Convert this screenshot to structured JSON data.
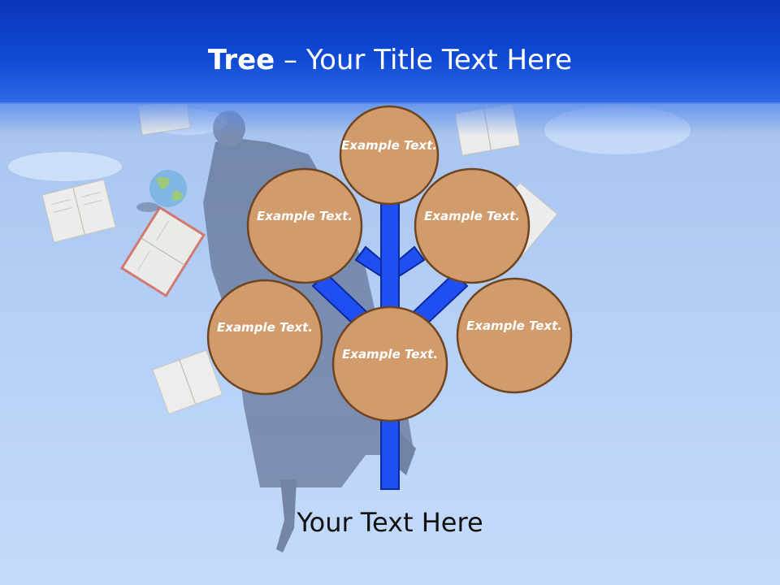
{
  "title": {
    "bold": "Tree",
    "rest": " – Your Title Text Here"
  },
  "nodes": [
    {
      "label": "Example Text."
    },
    {
      "label": "Example Text."
    },
    {
      "label": "Example Text."
    },
    {
      "label": "Example Text."
    },
    {
      "label": "Example Text."
    },
    {
      "label": "Example Text."
    }
  ],
  "footer_text": "Your Text Here",
  "colors": {
    "header": "#0f49d4",
    "trunk": "#1f4ff0",
    "trunk_outline": "#0a2a9e",
    "circle_fill": "#d19b6c",
    "circle_stroke": "#6e4520",
    "background": "#b5cff6"
  }
}
